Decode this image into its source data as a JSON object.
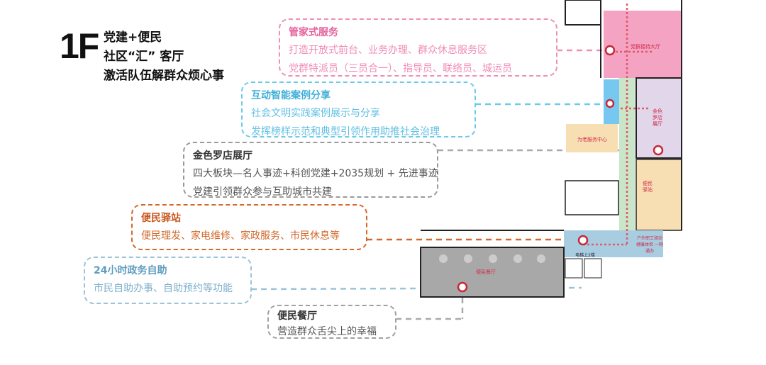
{
  "header": {
    "big": "1F",
    "line1": "党建+便民",
    "line2": "社区“汇” 客厅",
    "line3": "激活队伍解群众烦心事"
  },
  "cards": [
    {
      "title": "管家式服务",
      "lines": [
        "打造开放式前台、业务办理、群众休息服务区",
        "党群特派员（三员合一）、指导员、联络员、城运员"
      ],
      "color": "#ee8fb4",
      "title_color": "#e5609a"
    },
    {
      "title": "互动智能案例分享",
      "lines": [
        "社会文明实践案例展示与分享",
        "发挥榜样示范和典型引领作用助推社会治理"
      ],
      "color": "#6ccbe8",
      "title_color": "#3fb0d8"
    },
    {
      "title": "金色罗店展厅",
      "lines": [
        "四大板块—名人事迹+科创党建+2035规划 + 先进事迹",
        "党建引领群众参与互助城市共建"
      ],
      "color": "#9a9a9a",
      "title_color": "#333333"
    },
    {
      "title": "便民驿站",
      "lines": [
        "便民理发、家电维修、家政服务、市民休息等"
      ],
      "color": "#d2692a",
      "title_color": "#c8561c"
    },
    {
      "title": "24小时政务自助",
      "lines": [
        "市民自助办事、自助预约等功能"
      ],
      "color": "#9cc3d8",
      "title_color": "#5f9dbf"
    },
    {
      "title": "便民餐厅",
      "lines": [
        "营造群众舌尖上的幸福"
      ],
      "color": "#a0a0a0",
      "title_color": "#333333"
    }
  ],
  "plan_labels": {
    "hall": "党群接待大厅",
    "gallery": "金色罗店展厅",
    "elder": "为老服务中心",
    "station": "便民驿站",
    "canteen": "便民餐厅",
    "elevator": "电梯上2楼",
    "outdoor": "户外职工驿站 健康体检 一网通办"
  }
}
